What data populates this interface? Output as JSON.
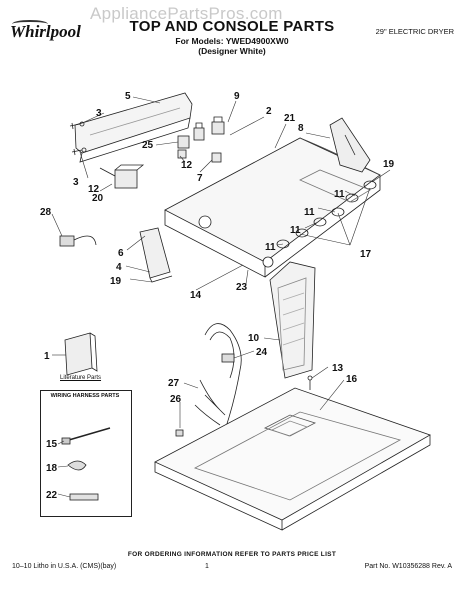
{
  "watermark": "AppliancePartsPros.com",
  "brand": "Whirlpool",
  "title": "TOP AND CONSOLE PARTS",
  "subtitle_line1": "For Models: YWED4900XW0",
  "subtitle_line2": "(Designer White)",
  "dryer_type": "29\" ELECTRIC DRYER",
  "literature_label": "Literature Parts",
  "wiring_title": "WIRING HARNESS PARTS",
  "footer_note": "FOR ORDERING INFORMATION REFER TO PARTS PRICE LIST",
  "footer_left": "10–10 Litho in U.S.A. (CMS)(bay)",
  "footer_page": "1",
  "footer_right": "Part No. W10356288 Rev. A",
  "callouts": {
    "c5": "5",
    "c9": "9",
    "c2": "2",
    "c3a": "3",
    "c21": "21",
    "c8": "8",
    "c25": "25",
    "c12a": "12",
    "c3b": "3",
    "c12b": "12",
    "c7": "7",
    "c19a": "19",
    "c20": "20",
    "c11a": "11",
    "c11b": "11",
    "c11c": "11",
    "c11d": "11",
    "c17": "17",
    "c28": "28",
    "c6": "6",
    "c4": "4",
    "c19b": "19",
    "c14": "14",
    "c23": "23",
    "c10": "10",
    "c24": "24",
    "c1": "1",
    "c13": "13",
    "c16": "16",
    "c27": "27",
    "c26": "26",
    "c15": "15",
    "c18": "18",
    "c22": "22"
  }
}
